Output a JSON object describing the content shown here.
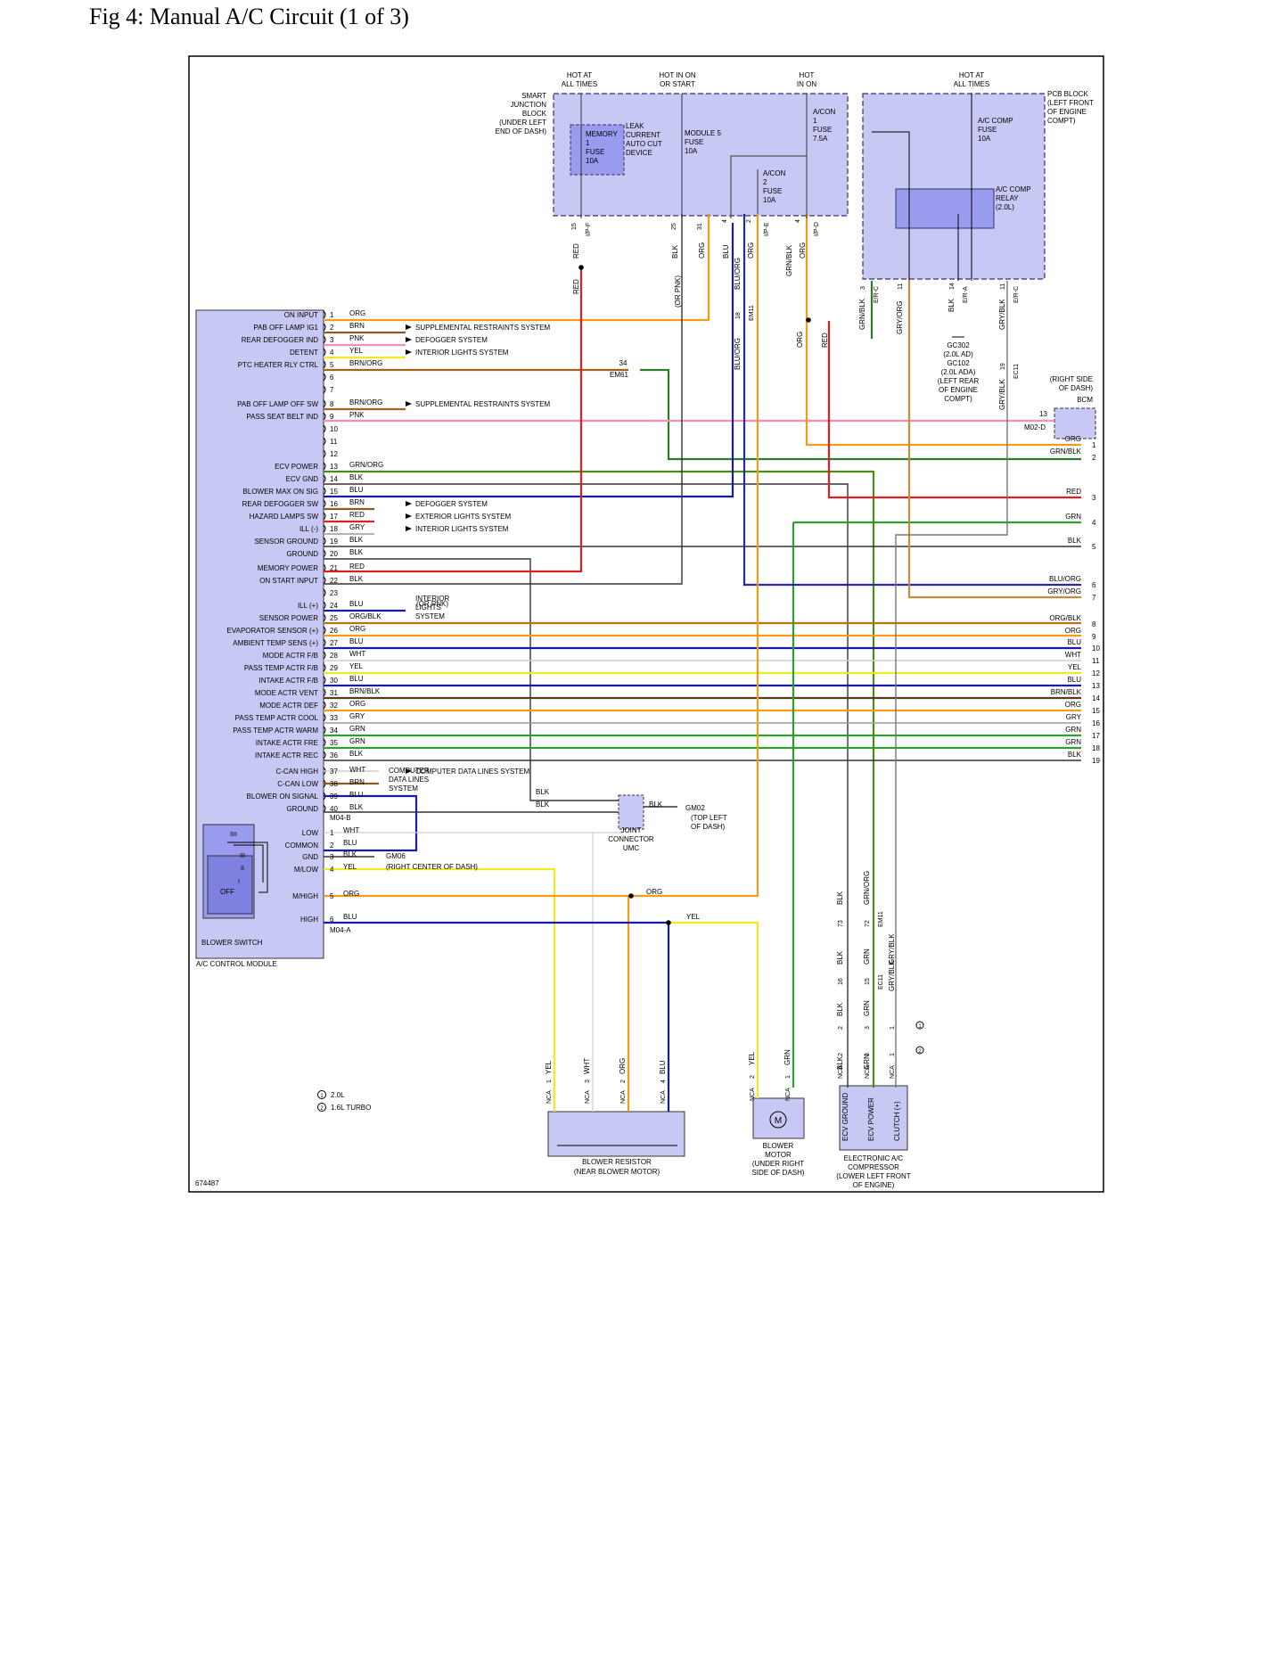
{
  "title": "Fig 4: Manual A/C Circuit (1 of 3)",
  "diagram_id": "674487",
  "colors": {
    "ORG": "#f39c1a",
    "BRN": "#8b5a2b",
    "PNK": "#f58fb5",
    "YEL": "#f2ea1c",
    "BLK": "#333333",
    "BLU": "#1a1aa6",
    "RED": "#e02020",
    "GRY": "#9a9a9a",
    "GRN": "#2e9e2e",
    "WHT": "#cfcfcf",
    "GRNORG": "#4a8a1a",
    "BRNBLK": "#5a3a1a",
    "ORGBLK": "#b8730f",
    "GRYBLK": "#777777",
    "BLUORG": "#2a2aa0",
    "GRYORG": "#c98a3a",
    "GRNBLK": "#2d7a2d",
    "BRNORG": "#a0641a",
    "panel": "#c8c8f5",
    "panel_dark": "#9a9aee",
    "panel_stroke": "#333366"
  },
  "module": {
    "name": "A/C CONTROL MODULE",
    "pins": [
      {
        "n": "1",
        "label": "ON INPUT",
        "wire": "ORG"
      },
      {
        "n": "2",
        "label": "PAB OFF LAMP IG1",
        "wire": "BRN",
        "dest": "SUPPLEMENTAL RESTRAINTS SYSTEM"
      },
      {
        "n": "3",
        "label": "REAR DEFOGGER IND",
        "wire": "PNK",
        "dest": "DEFOGGER SYSTEM"
      },
      {
        "n": "4",
        "label": "DETENT",
        "wire": "YEL",
        "dest": "INTERIOR LIGHTS SYSTEM"
      },
      {
        "n": "5",
        "label": "PTC HEATER RLY CTRL",
        "wire": "BRN/ORG"
      },
      {
        "n": "6",
        "label": "",
        "wire": ""
      },
      {
        "n": "7",
        "label": "",
        "wire": ""
      },
      {
        "n": "8",
        "label": "PAB OFF LAMP OFF SW",
        "wire": "BRN/ORG",
        "dest": "SUPPLEMENTAL RESTRAINTS SYSTEM"
      },
      {
        "n": "9",
        "label": "PASS SEAT BELT IND",
        "wire": "PNK"
      },
      {
        "n": "10",
        "label": "",
        "wire": ""
      },
      {
        "n": "11",
        "label": "",
        "wire": ""
      },
      {
        "n": "12",
        "label": "",
        "wire": ""
      },
      {
        "n": "13",
        "label": "ECV POWER",
        "wire": "GRN/ORG"
      },
      {
        "n": "14",
        "label": "ECV GND",
        "wire": "BLK"
      },
      {
        "n": "15",
        "label": "BLOWER MAX ON SIG",
        "wire": "BLU"
      },
      {
        "n": "16",
        "label": "REAR DEFOGGER SW",
        "wire": "BRN",
        "dest": "DEFOGGER SYSTEM"
      },
      {
        "n": "17",
        "label": "HAZARD LAMPS SW",
        "wire": "RED",
        "dest": "EXTERIOR LIGHTS SYSTEM"
      },
      {
        "n": "18",
        "label": "ILL (-)",
        "wire": "GRY",
        "dest": "INTERIOR LIGHTS SYSTEM"
      },
      {
        "n": "19",
        "label": "SENSOR GROUND",
        "wire": "BLK"
      },
      {
        "n": "20",
        "label": "GROUND",
        "wire": "BLK"
      },
      {
        "n": "21",
        "label": "MEMORY POWER",
        "wire": "RED"
      },
      {
        "n": "22",
        "label": "ON START INPUT",
        "wire": "BLK"
      },
      {
        "n": "23",
        "label": "",
        "wire": ""
      },
      {
        "n": "24",
        "label": "ILL (+)",
        "wire": "BLU"
      },
      {
        "n": "25",
        "label": "SENSOR POWER",
        "wire": "ORG/BLK"
      },
      {
        "n": "26",
        "label": "EVAPORATOR SENSOR (+)",
        "wire": "ORG"
      },
      {
        "n": "27",
        "label": "AMBIENT TEMP SENS (+)",
        "wire": "BLU"
      },
      {
        "n": "28",
        "label": "MODE ACTR F/B",
        "wire": "WHT"
      },
      {
        "n": "29",
        "label": "PASS TEMP ACTR F/B",
        "wire": "YEL"
      },
      {
        "n": "30",
        "label": "INTAKE ACTR F/B",
        "wire": "BLU"
      },
      {
        "n": "31",
        "label": "MODE ACTR VENT",
        "wire": "BRN/BLK"
      },
      {
        "n": "32",
        "label": "MODE ACTR DEF",
        "wire": "ORG"
      },
      {
        "n": "33",
        "label": "PASS TEMP ACTR COOL",
        "wire": "GRY"
      },
      {
        "n": "34",
        "label": "PASS TEMP ACTR WARM",
        "wire": "GRN"
      },
      {
        "n": "35",
        "label": "INTAKE ACTR FRE",
        "wire": "GRN"
      },
      {
        "n": "36",
        "label": "INTAKE ACTR REC",
        "wire": "BLK"
      },
      {
        "n": "37",
        "label": "C-CAN HIGH",
        "wire": "WHT",
        "dest": "COMPUTER DATA LINES SYSTEM"
      },
      {
        "n": "38",
        "label": "C-CAN LOW",
        "wire": "BRN"
      },
      {
        "n": "39",
        "label": "BLOWER ON SIGNAL",
        "wire": "BLU"
      },
      {
        "n": "40",
        "label": "GROUND",
        "wire": "BLK"
      }
    ],
    "connector": "M04-B"
  },
  "blower_switch": {
    "name": "BLOWER SWITCH",
    "connector": "M04-A",
    "positions": [
      "IIII",
      "III",
      "II",
      "I",
      "OFF"
    ],
    "pins": [
      {
        "n": "1",
        "label": "LOW",
        "wire": "WHT"
      },
      {
        "n": "2",
        "label": "COMMON",
        "wire": "BLU"
      },
      {
        "n": "3",
        "label": "GND",
        "wire": "BLK"
      },
      {
        "n": "4",
        "label": "M/LOW",
        "wire": "YEL"
      },
      {
        "n": "5",
        "label": "M/HIGH",
        "wire": "ORG"
      },
      {
        "n": "6",
        "label": "HIGH",
        "wire": "BLU"
      }
    ],
    "ground_label": "GM06",
    "ground_note": "(RIGHT CENTER OF DASH)"
  },
  "sjb": {
    "name": "SMART JUNCTION BLOCK",
    "note": "(UNDER LEFT END OF DASH)",
    "hot_labels": [
      "HOT AT ALL TIMES",
      "HOT IN ON OR START",
      "HOT IN ON"
    ],
    "fuses": [
      {
        "label": "MEMORY 1 FUSE 10A"
      },
      {
        "label": "LEAK CURRENT AUTO CUT DEVICE"
      },
      {
        "label": "MODULE 5 FUSE 10A"
      },
      {
        "label": "A/CON 1 FUSE 7.5A"
      },
      {
        "label": "A/CON 2 FUSE 10A"
      }
    ],
    "connectors": [
      "I/P-F",
      "I/P-E",
      "I/P-D"
    ],
    "pin_nums": [
      "15",
      "25",
      "31",
      "4",
      "2",
      "4"
    ],
    "wires": [
      "RED",
      "BLK",
      "ORG",
      "BLU",
      "ORG",
      "GRN/BLK",
      "ORG"
    ],
    "notes": [
      "(OR PNK)"
    ]
  },
  "pcb": {
    "name": "PCB BLOCK",
    "note": "(LEFT FRONT OF ENGINE COMPT)",
    "hot_label": "HOT AT ALL TIMES",
    "fuse": "A/C COMP FUSE 10A",
    "relay": "A/C COMP RELAY (2.0L)",
    "connectors": [
      "E/R-C",
      "E/R-A",
      "E/R-C"
    ],
    "pin_nums": [
      "3",
      "11",
      "14",
      "11"
    ],
    "wires": [
      "GRN/BLK",
      "GRY/ORG",
      "BLK",
      "GRY/BLK"
    ]
  },
  "ground_gc": [
    "GC302",
    "(2.0L AD)",
    "GC102",
    "(2.0L ADA)",
    "(LEFT REAR",
    "OF ENGINE",
    "COMPT)"
  ],
  "bcm": {
    "name": "BCM",
    "note": "(RIGHT SIDE OF DASH)",
    "connector": "M02-D",
    "pin": "13"
  },
  "right_wires": [
    {
      "label": "ORG",
      "n": "1"
    },
    {
      "label": "GRN/BLK",
      "n": "2"
    },
    {
      "label": "RED",
      "n": "3"
    },
    {
      "label": "GRN",
      "n": "4"
    },
    {
      "label": "BLK",
      "n": "5"
    },
    {
      "label": "BLU/ORG",
      "n": "6"
    },
    {
      "label": "GRY/ORG",
      "n": "7"
    },
    {
      "label": "ORG/BLK",
      "n": "8"
    },
    {
      "label": "ORG",
      "n": "9"
    },
    {
      "label": "BLU",
      "n": "10"
    },
    {
      "label": "WHT",
      "n": "11"
    },
    {
      "label": "YEL",
      "n": "12"
    },
    {
      "label": "BLU",
      "n": "13"
    },
    {
      "label": "BRN/BLK",
      "n": "14"
    },
    {
      "label": "ORG",
      "n": "15"
    },
    {
      "label": "GRY",
      "n": "16"
    },
    {
      "label": "GRN",
      "n": "17"
    },
    {
      "label": "GRN",
      "n": "18"
    },
    {
      "label": "BLK",
      "n": "19"
    }
  ],
  "em61": {
    "label": "EM61",
    "pin": "34"
  },
  "em11": {
    "label": "EM11",
    "pin": "18",
    "wire": "BLU/ORG"
  },
  "joint_connector": {
    "name": "JOINT CONNECTOR UMC",
    "ground": "GM02",
    "ground_note": "(TOP LEFT OF DASH)",
    "wire": "BLK"
  },
  "blower_resistor": {
    "name": "BLOWER RESISTOR",
    "note": "(NEAR BLOWER MOTOR)",
    "pins": [
      {
        "n": "1",
        "wire": "YEL"
      },
      {
        "n": "3",
        "wire": "WHT"
      },
      {
        "n": "2",
        "wire": "ORG"
      },
      {
        "n": "4",
        "wire": "BLU"
      }
    ],
    "conn": "NCA"
  },
  "blower_motor": {
    "name": "BLOWER MOTOR",
    "note": "(UNDER RIGHT SIDE OF DASH)",
    "pins": [
      {
        "n": "2",
        "wire": "YEL"
      },
      {
        "n": "1",
        "wire": "GRN"
      }
    ],
    "conn": "NCA",
    "symbol": "M"
  },
  "compressor": {
    "name": "ELECTRONIC A/C COMPRESSOR",
    "note": "(LOWER LEFT FRONT OF ENGINE)",
    "pins": [
      "ECV GROUND",
      "ECV POWER",
      "CLUTCH (+)"
    ],
    "conn": "NCA",
    "chain": [
      {
        "conn": "EM11",
        "nums": [
          "73",
          "72"
        ],
        "wires": [
          "BLK",
          "GRN/ORG"
        ]
      },
      {
        "conn": "EC11",
        "nums": [
          "16",
          "15"
        ],
        "wires": [
          "BLK",
          "GRN",
          "GRY/BLK"
        ]
      },
      {
        "conn": "NCA",
        "nums": [
          "2",
          "3",
          "1"
        ],
        "wires": [
          "BLK",
          "GRN"
        ]
      }
    ]
  },
  "legend": [
    {
      "n": "1",
      "label": "2.0L"
    },
    {
      "n": "2",
      "label": "1.6L TURBO"
    }
  ],
  "wire_labels_mid": {
    "blk_jc": "BLK",
    "org_mhigh": "ORG",
    "yel_mlow": "YEL",
    "blk_gm02": "BLK",
    "blk_jc2": "BLK"
  }
}
